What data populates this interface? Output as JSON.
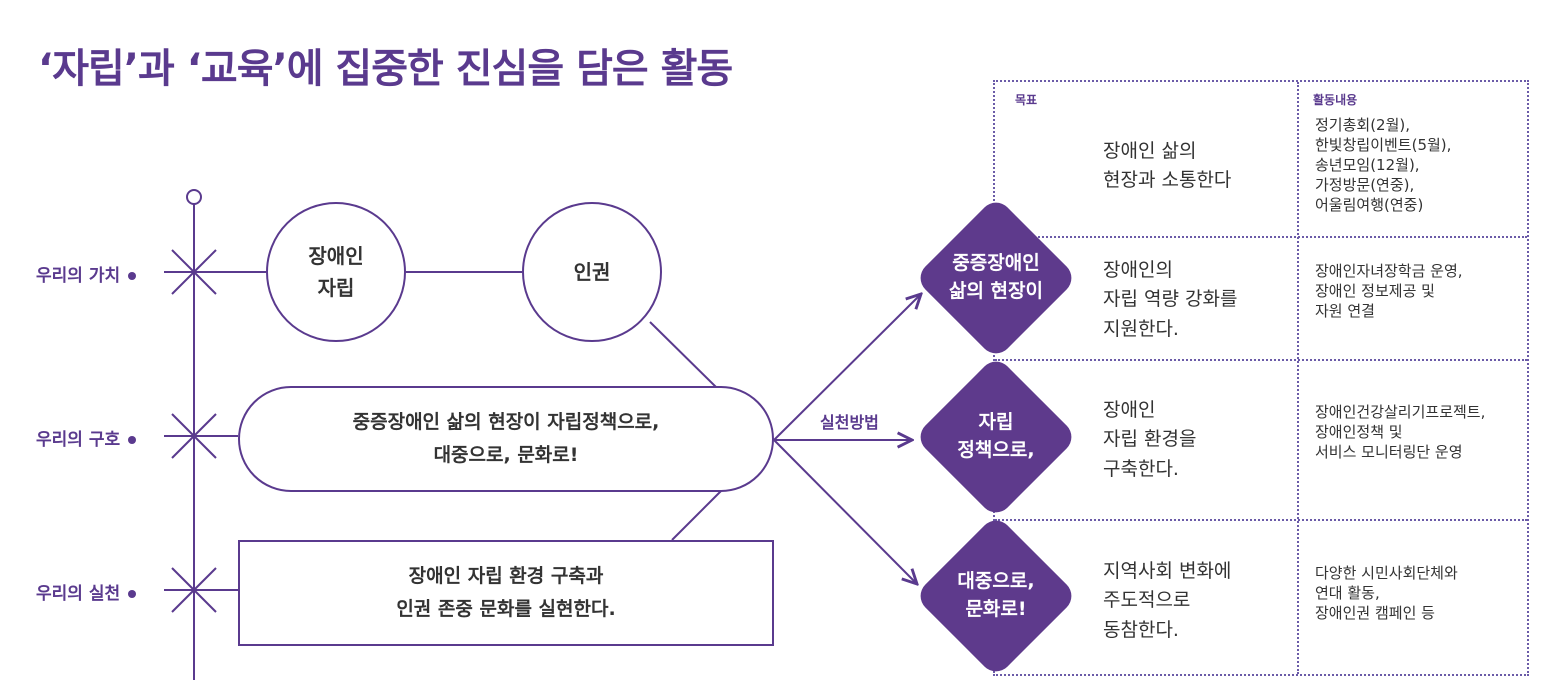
{
  "title": "‘자립’과 ‘교육’에 집중한 진심을 담은 활동",
  "rows": {
    "value": "우리의 가치",
    "slogan": "우리의 구호",
    "practice": "우리의 실천"
  },
  "values": [
    "장애인\n자립",
    "인권"
  ],
  "slogan_box": [
    "중증장애인 삶의 현장이 자립정책으로,",
    "대중으로, 문화로!"
  ],
  "practice_box": [
    "장애인 자립 환경 구축과",
    "인권 존중 문화를 실현한다."
  ],
  "practice_method_label": "실천방법",
  "table": {
    "goal_header": "목표",
    "activity_header": "활동내용",
    "rows": [
      {
        "goal": [
          "장애인 삶의",
          "현장과 소통한다"
        ],
        "activities": [
          "정기총회(2월),",
          "한빛창립이벤트(5월),",
          "송년모임(12월),",
          "가정방문(연중),",
          "어울림여행(연중)"
        ]
      },
      {
        "goal": [
          "장애인의",
          "자립 역량 강화를",
          "지원한다."
        ],
        "activities": [
          "장애인자녀장학금 운영,",
          "장애인 정보제공 및",
          "자원 연결"
        ]
      },
      {
        "goal": [
          "장애인",
          "자립 환경을",
          "구축한다."
        ],
        "activities": [
          "장애인건강살리기프로젝트,",
          "장애인정책 및",
          "서비스 모니터링단 운영"
        ]
      },
      {
        "goal": [
          "지역사회 변화에",
          "주도적으로",
          "동참한다."
        ],
        "activities": [
          "다양한 시민사회단체와",
          "연대 활동,",
          "장애인권 캠페인 등"
        ]
      }
    ]
  },
  "diamonds": [
    [
      "중증장애인",
      "삶의 현장이"
    ],
    [
      "자립",
      "정책으로,"
    ],
    [
      "대중으로,",
      "문화로!"
    ]
  ],
  "colors": {
    "brand_purple": "#5e3a8c",
    "line_purple": "#5a3a8e",
    "dotted_border": "#6b5ba8"
  }
}
